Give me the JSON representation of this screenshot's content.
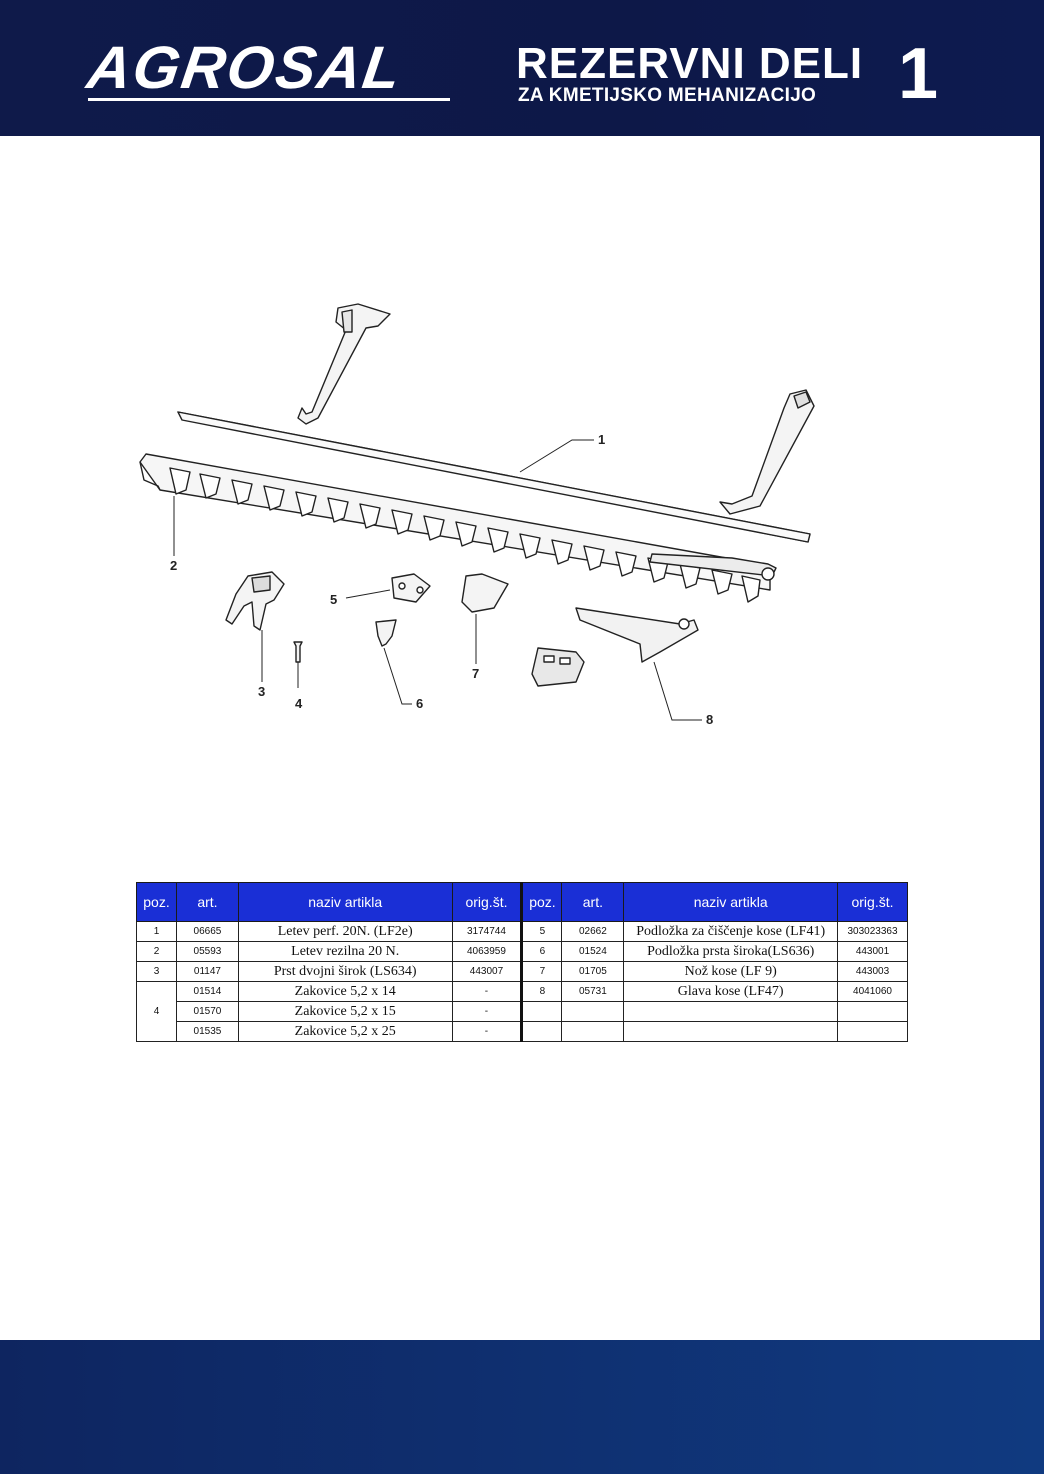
{
  "header": {
    "logo": "AGROSAL",
    "title": "REZERVNI DELI",
    "subtitle": "ZA KMETIJSKO MEHANIZACIJO",
    "page_number": "1"
  },
  "diagram": {
    "callouts": [
      "1",
      "2",
      "3",
      "4",
      "5",
      "6",
      "7",
      "8"
    ]
  },
  "table": {
    "headers": [
      "poz.",
      "art.",
      "naziv artikla",
      "orig.št.",
      "poz.",
      "art.",
      "naziv artikla",
      "orig.št."
    ],
    "left": [
      {
        "poz": "1",
        "art": "06665",
        "name": "Letev perf. 20N. (LF2e)",
        "orig": "3174744"
      },
      {
        "poz": "2",
        "art": "05593",
        "name": "Letev rezilna 20 N.",
        "orig": "4063959"
      },
      {
        "poz": "3",
        "art": "01147",
        "name": "Prst dvojni širok (LS634)",
        "orig": "443007"
      },
      {
        "poz": "4",
        "art": "01514",
        "name": "Zakovice 5,2 x 14",
        "orig": "-"
      },
      {
        "poz": "",
        "art": "01570",
        "name": "Zakovice 5,2 x 15",
        "orig": "-"
      },
      {
        "poz": "",
        "art": "01535",
        "name": "Zakovice 5,2 x 25",
        "orig": "-"
      }
    ],
    "right": [
      {
        "poz": "5",
        "art": "02662",
        "name": "Podložka za čiščenje kose (LF41)",
        "orig": "303023363"
      },
      {
        "poz": "6",
        "art": "01524",
        "name": "Podložka prsta široka(LS636)",
        "orig": "443001"
      },
      {
        "poz": "7",
        "art": "01705",
        "name": "Nož kose (LF 9)",
        "orig": "443003"
      },
      {
        "poz": "8",
        "art": "05731",
        "name": "Glava kose (LF47)",
        "orig": "4041060"
      }
    ]
  }
}
